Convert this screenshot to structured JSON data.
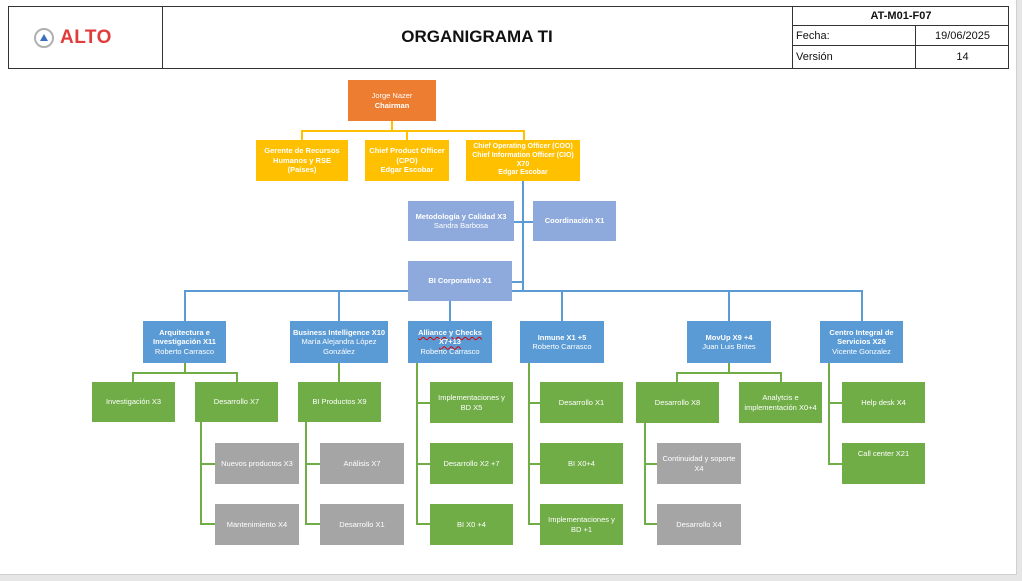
{
  "header": {
    "logo_text": "ALTO",
    "title": "ORGANIGRAMA TI",
    "doc_code": "AT-M01-F07",
    "fecha_label": "Fecha:",
    "fecha_value": "19/06/2025",
    "version_label": "Versión",
    "version_value": "14"
  },
  "colors": {
    "chairman": "#ED7D31",
    "executive": "#FFC000",
    "staff": "#8EA9DB",
    "area": "#5B9BD5",
    "team": "#70AD47",
    "subteam": "#A5A5A5"
  },
  "chairman": {
    "name": "Jorge Nazer",
    "role": "Chairman"
  },
  "executives": [
    {
      "title": "Gerente de Recursos Humanos y RSE (Países)"
    },
    {
      "title": "Chief Product Officer (CPO)",
      "person": "Edgar Escobar"
    },
    {
      "title_line1": "Chief Operating Officer (COO)",
      "title_line2": "Chief Information Officer (CIO)",
      "count": "X70",
      "person": "Edgar Escobar"
    }
  ],
  "staff": [
    {
      "title": "Metodología y Calidad X3",
      "person": "Sandra Barbosa"
    },
    {
      "title": "Coordinación X1"
    },
    {
      "title": "BI Corporativo X1"
    }
  ],
  "areas": [
    {
      "title": "Arquitectura e Investigación X11",
      "person": "Roberto Carrasco"
    },
    {
      "title": "Business Intelligence X10",
      "person": "María Alejandra López González"
    },
    {
      "title": "Alliance y Checks X7+13",
      "person": "Roberto Carrasco"
    },
    {
      "title": "Inmune X1 +5",
      "person": "Roberto Carrasco"
    },
    {
      "title": "MovUp X9 +4",
      "person": "Juan Luis Brites"
    },
    {
      "title": "Centro Integral de Servicios X26",
      "person": "Vicente Gonzalez"
    }
  ],
  "teams": {
    "arquitectura": [
      "Investigación X3",
      "Desarrollo X7"
    ],
    "arquitectura_desarrollo_sub": [
      "Nuevos productos X3",
      "Mantenimiento X4"
    ],
    "bi": [
      "BI Productos X9"
    ],
    "bi_productos_sub": [
      "Análisis X7",
      "Desarrollo X1"
    ],
    "alliance": [
      "Implementaciones y BD X5",
      "Desarrollo X2 +7",
      "BI X0 +4"
    ],
    "inmune": [
      "Desarrollo X1",
      "BI X0+4",
      "Implementaciones y BD +1"
    ],
    "movup": [
      "Desarrollo X8",
      "Analytcis e implementación X0+4"
    ],
    "movup_desarrollo_sub": [
      "Continuidad y soporte X4",
      "Desarrollo X4"
    ],
    "centro": [
      "Help desk X4",
      "Call center X21"
    ]
  }
}
